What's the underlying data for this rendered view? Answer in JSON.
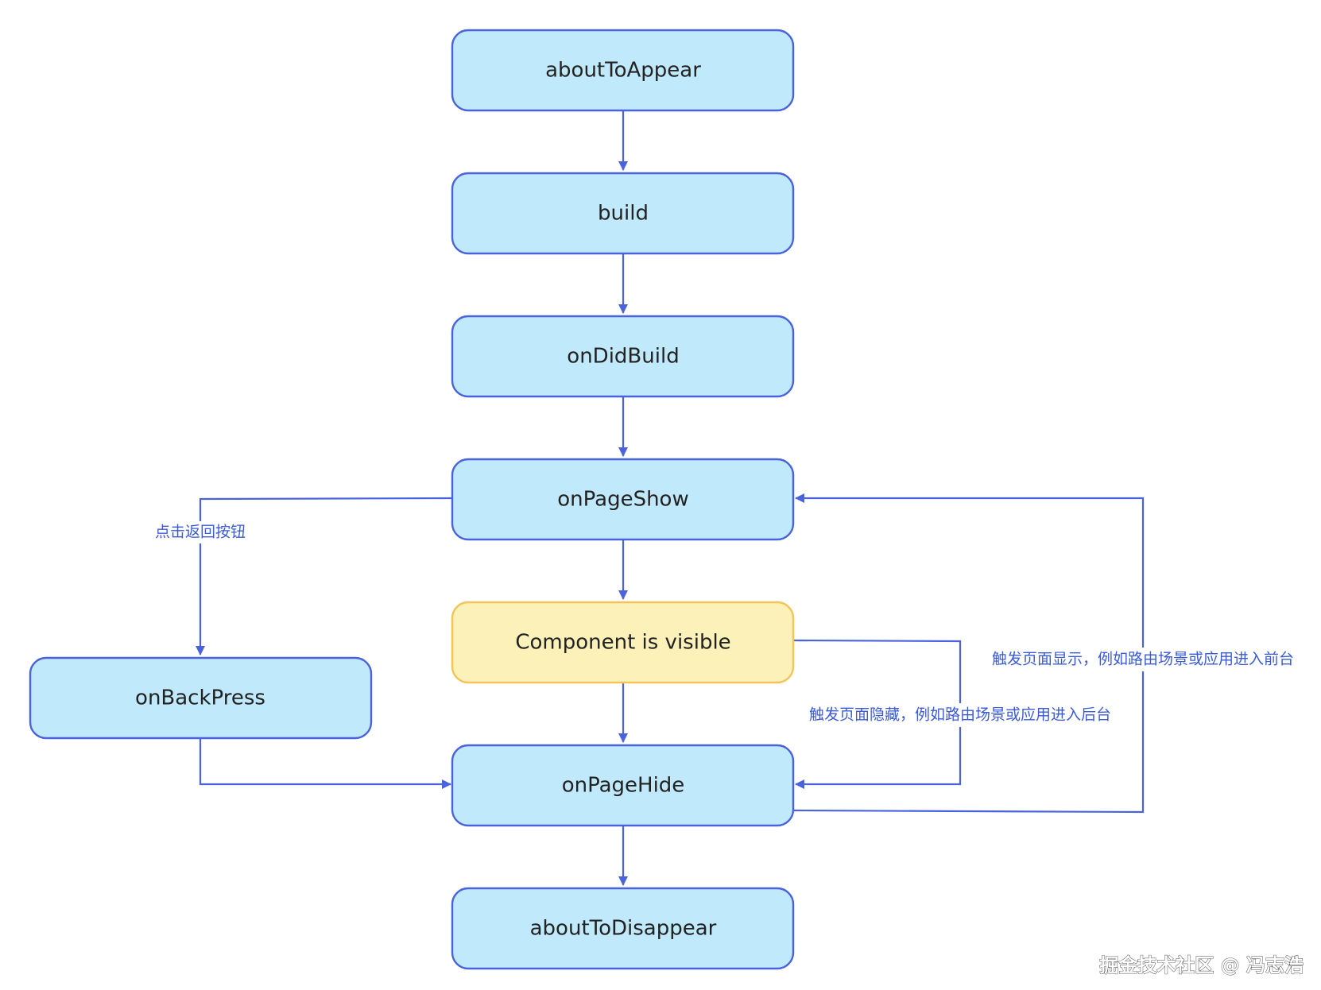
{
  "nodes": [
    {
      "id": "aboutToAppear",
      "label": "aboutToAppear",
      "style": "blue"
    },
    {
      "id": "build",
      "label": "build",
      "style": "blue"
    },
    {
      "id": "onDidBuild",
      "label": "onDidBuild",
      "style": "blue"
    },
    {
      "id": "onPageShow",
      "label": "onPageShow",
      "style": "blue"
    },
    {
      "id": "visible",
      "label": "Component is visible",
      "style": "yellow"
    },
    {
      "id": "onBackPress",
      "label": "onBackPress",
      "style": "blue"
    },
    {
      "id": "onPageHide",
      "label": "onPageHide",
      "style": "blue"
    },
    {
      "id": "aboutToDisappear",
      "label": "aboutToDisappear",
      "style": "blue"
    }
  ],
  "edges": [
    {
      "from": "aboutToAppear",
      "to": "build",
      "label": ""
    },
    {
      "from": "build",
      "to": "onDidBuild",
      "label": ""
    },
    {
      "from": "onDidBuild",
      "to": "onPageShow",
      "label": ""
    },
    {
      "from": "onPageShow",
      "to": "visible",
      "label": ""
    },
    {
      "from": "visible",
      "to": "onPageHide",
      "label": ""
    },
    {
      "from": "onPageHide",
      "to": "aboutToDisappear",
      "label": ""
    },
    {
      "from": "onPageShow",
      "to": "onBackPress",
      "label": "点击返回按钮"
    },
    {
      "from": "onBackPress",
      "to": "onPageHide",
      "label": ""
    },
    {
      "from": "visible",
      "to": "onPageHide",
      "label": "触发页面隐藏，例如路由场景或应用进入后台"
    },
    {
      "from": "onPageHide",
      "to": "onPageShow",
      "label": "触发页面显示，例如路由场景或应用进入前台"
    }
  ],
  "colors": {
    "blue_fill": "#c0e9fc",
    "blue_stroke": "#4a63dd",
    "yellow_fill": "#fcf1b8",
    "yellow_stroke": "#f2c45a",
    "edge": "#4a63dd",
    "edge_label": "#3b5bd6"
  },
  "watermark": "掘金技术社区 @ 冯志浩"
}
